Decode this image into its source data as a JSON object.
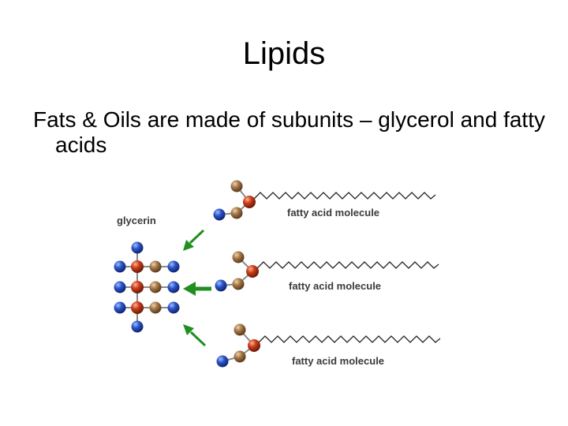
{
  "slide": {
    "title": "Lipids",
    "body": "Fats & Oils are made of subunits – glycerol and fatty acids"
  },
  "diagram": {
    "glycerin_label": "glycerin",
    "fatty_acid_labels": [
      "fatty acid molecule",
      "fatty acid molecule",
      "fatty acid molecule"
    ],
    "colors": {
      "hydrogen": "#2c54c9",
      "carbon": "#a57849",
      "oxygen": "#c93d1a",
      "arrow": "#1f8f1f",
      "chain": "#222222"
    }
  }
}
